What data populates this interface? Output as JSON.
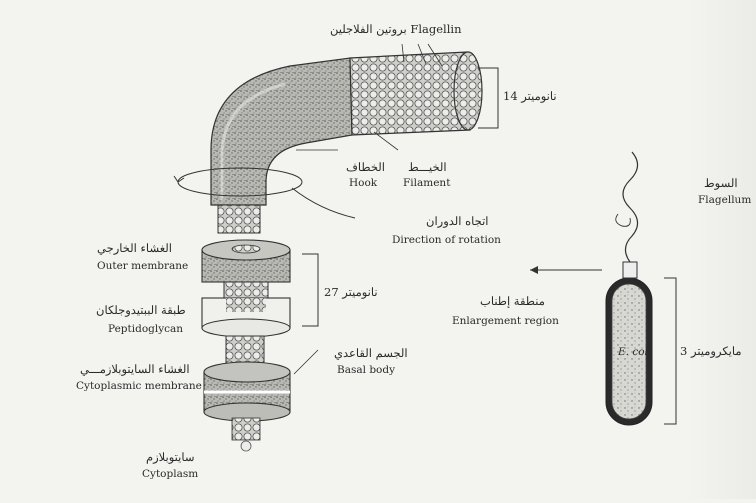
{
  "labels": {
    "flagellin": "بروتين الفلاجلين Flagellin",
    "nm14": "14 نانوميتر",
    "filament_ar": "الخيـــط",
    "filament_en": "Filament",
    "hook_ar": "الخطاف",
    "hook_en": "Hook",
    "rotation_ar": "اتجاه الدوران",
    "rotation_en": "Direction of rotation",
    "flagellum_ar": "السوط",
    "flagellum_en": "Flagellum",
    "outer_ar": "الغشاء الخارجي",
    "outer_en": "Outer membrane",
    "nm27": "27 نانوميتر",
    "pept_ar": "طبقة الببتيدوجلكان",
    "pept_en": "Peptidoglycan",
    "enlarge_ar": "منطقة إطناب",
    "enlarge_en": "Enlargement region",
    "basal_ar": "الجسم القاعدي",
    "basal_en": "Basal body",
    "cytomem_ar": "الغشاء السايتوبلازمـــي",
    "cytomem_en": "Cytoplasmic membrane",
    "cyto_ar": "سايتوبلازم",
    "cyto_en": "Cytoplasm",
    "um3": "3 مايكروميتر",
    "ecoli": "E. coli"
  }
}
